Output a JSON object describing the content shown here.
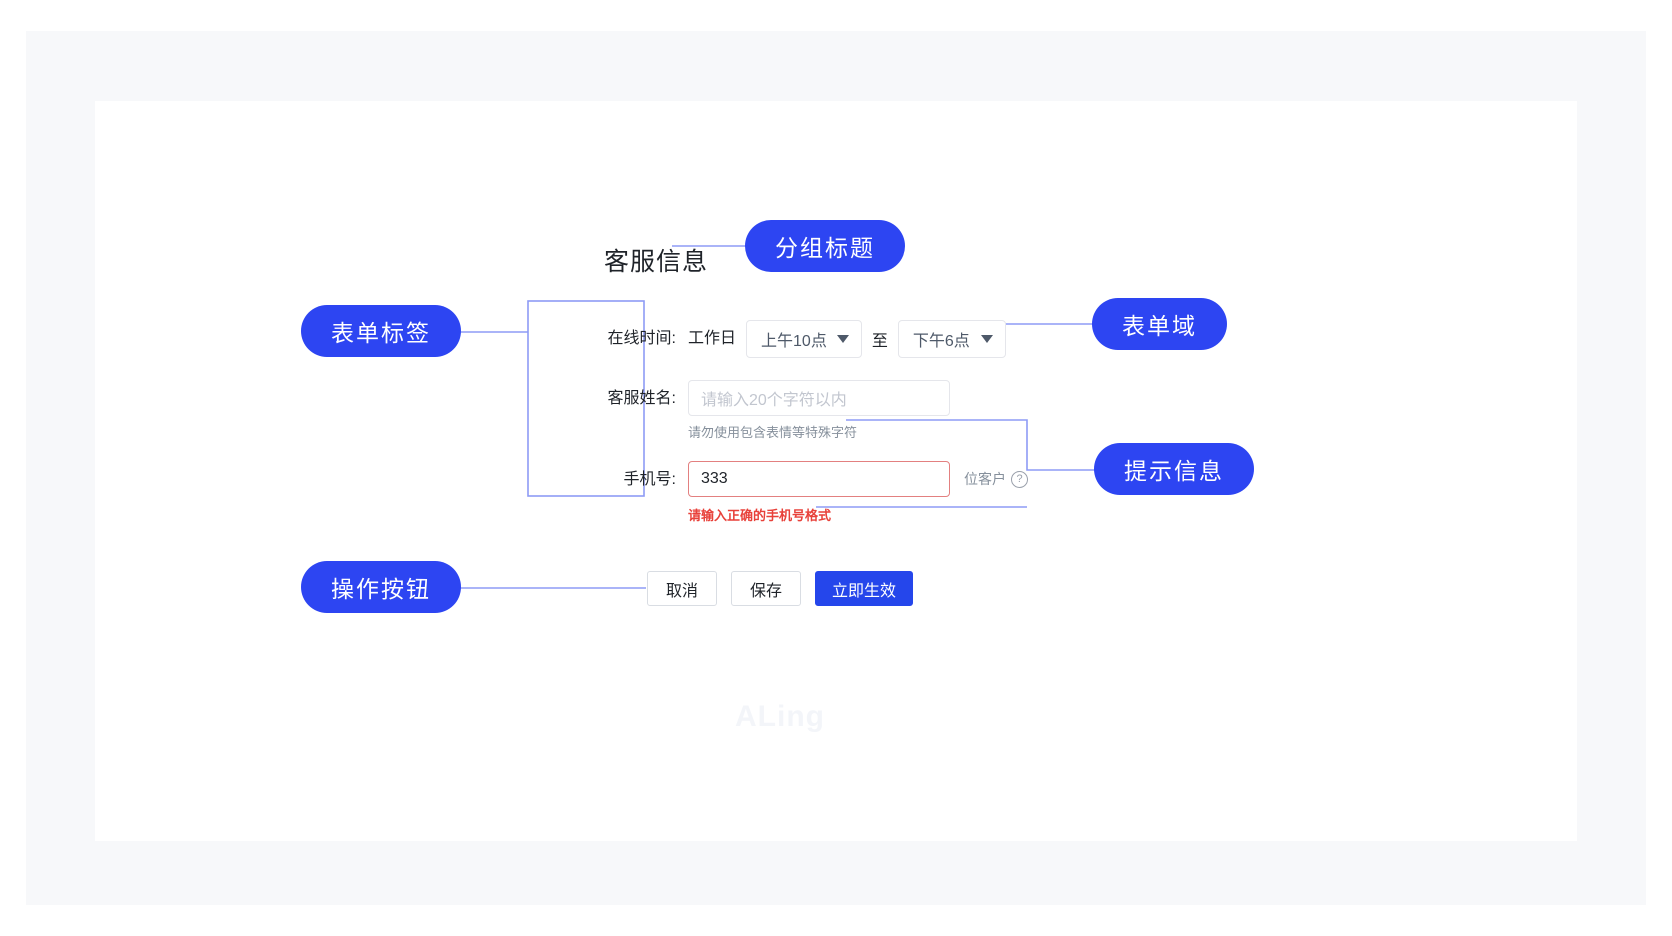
{
  "section": {
    "title": "客服信息"
  },
  "form": {
    "rows": [
      {
        "label": "在线时间:",
        "static_text": "工作日",
        "start_time": "上午10点",
        "between": "至",
        "end_time": "下午6点"
      },
      {
        "label": "客服姓名:",
        "placeholder": "请输入20个字符以内",
        "helper": "请勿使用包含表情等特殊字符"
      },
      {
        "label": "手机号:",
        "value": "333",
        "suffix": "位客户",
        "help_icon": "question-circle-icon",
        "error": "请输入正确的手机号格式"
      }
    ]
  },
  "actions": {
    "cancel": "取消",
    "save": "保存",
    "apply": "立即生效"
  },
  "annotations": {
    "group_title": "分组标题",
    "form_label": "表单标签",
    "form_field": "表单域",
    "hint_message": "提示信息",
    "action_buttons": "操作按钮"
  },
  "watermark": "ALing",
  "colors": {
    "accent": "#2d45f2",
    "primary_button": "#2546eb",
    "error": "#e8413a",
    "error_border": "#e38080",
    "muted_text": "#86909c",
    "page_bg": "#f7f8fa"
  }
}
